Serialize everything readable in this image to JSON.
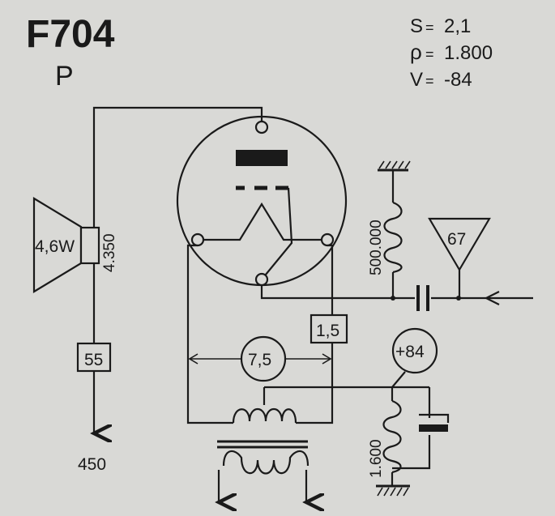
{
  "header": {
    "tube_type": "F704",
    "mode": "P"
  },
  "specs": [
    {
      "key": "S",
      "sep": "=",
      "value": "2,1"
    },
    {
      "key": "ρ",
      "sep": "=",
      "value": "1.800"
    },
    {
      "key": "V",
      "sep": "=",
      "value": "-84"
    }
  ],
  "speaker": {
    "power": "4,6W",
    "impedance": "4.350"
  },
  "labels": {
    "resistor_grid": "500.000",
    "input_triangle": "67",
    "box_left": "55",
    "box_right": "1,5",
    "heater": "7,5",
    "supply": "+84",
    "resistor_cathode": "1.600",
    "bottom_value": "450"
  }
}
